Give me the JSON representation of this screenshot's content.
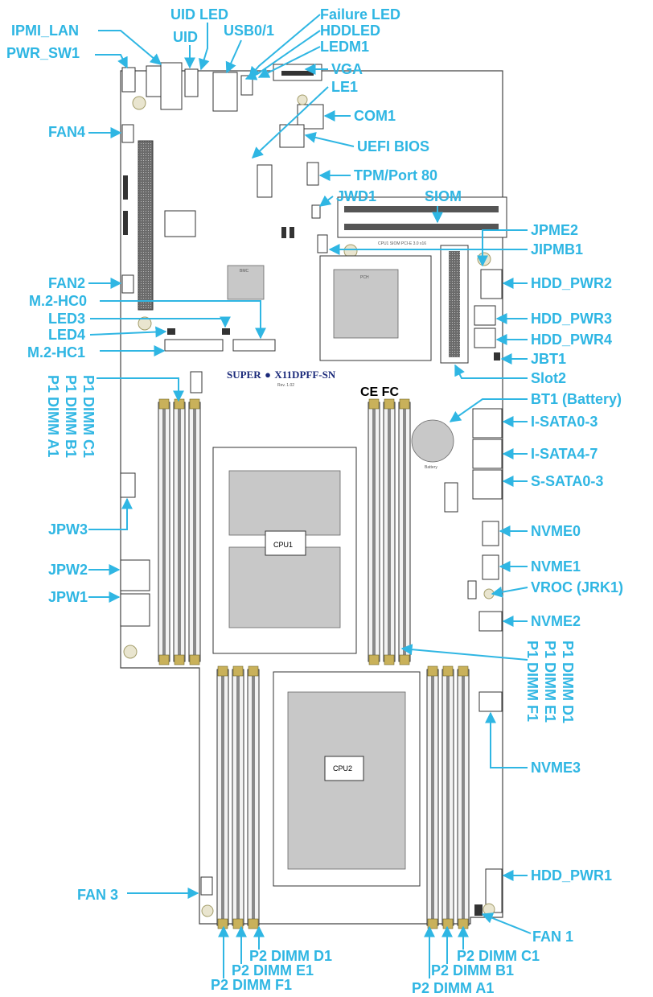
{
  "board": {
    "brand": "SUPER",
    "model": "X11DPFF-SN",
    "revision": "Rev. 1.02",
    "cert_marks": "CE FC",
    "cpu1_label": "CPU1",
    "cpu2_label": "CPU2",
    "pch_label": "PCH",
    "bmc_label": "BMC",
    "battery_label": "Battery",
    "siom_silk": "CPU1 SIOM PCI-E 3.0 x16",
    "colors": {
      "callout": "#2fb6e3",
      "latch": "#c9b15a",
      "board_outline": "#444444"
    }
  },
  "callouts": {
    "uid_led": "UID LED",
    "failure_led": "Failure LED",
    "ipmi_lan": "IPMI_LAN",
    "uid": "UID",
    "usb01": "USB0/1",
    "hddled": "HDDLED",
    "pwr_sw1": "PWR_SW1",
    "ledm1": "LEDM1",
    "vga": "VGA",
    "le1": "LE1",
    "com1": "COM1",
    "fan4": "FAN4",
    "uefi_bios": "UEFI BIOS",
    "tpm": "TPM/Port 80",
    "jwd1": "JWD1",
    "siom": "SIOM",
    "jpme2": "JPME2",
    "jipmb1": "JIPMB1",
    "fan2": "FAN2",
    "hdd_pwr2": "HDD_PWR2",
    "m2_hc0": "M.2-HC0",
    "led3": "LED3",
    "hdd_pwr3": "HDD_PWR3",
    "led4": "LED4",
    "hdd_pwr4": "HDD_PWR4",
    "m2_hc1": "M.2-HC1",
    "jbt1": "JBT1",
    "slot2": "Slot2",
    "bt1": "BT1 (Battery)",
    "p1_dimm_a1": "P1 DIMM A1",
    "p1_dimm_b1": "P1 DIMM B1",
    "p1_dimm_c1": "P1 DIMM C1",
    "i_sata03": "I-SATA0-3",
    "i_sata47": "I-SATA4-7",
    "s_sata03": "S-SATA0-3",
    "jpw3": "JPW3",
    "nvme0": "NVME0",
    "jpw2": "JPW2",
    "nvme1": "NVME1",
    "vroc": "VROC (JRK1)",
    "jpw1": "JPW1",
    "nvme2": "NVME2",
    "p1_dimm_d1": "P1 DIMM D1",
    "p1_dimm_e1": "P1 DIMM E1",
    "p1_dimm_f1": "P1 DIMM F1",
    "nvme3": "NVME3",
    "hdd_pwr1": "HDD_PWR1",
    "fan3": "FAN 3",
    "fan1": "FAN 1",
    "p2_dimm_c1": "P2 DIMM C1",
    "p2_dimm_d1": "P2 DIMM D1",
    "p2_dimm_e1": "P2 DIMM E1",
    "p2_dimm_b1": "P2 DIMM B1",
    "p2_dimm_f1": "P2 DIMM F1",
    "p2_dimm_a1": "P2 DIMM A1"
  }
}
